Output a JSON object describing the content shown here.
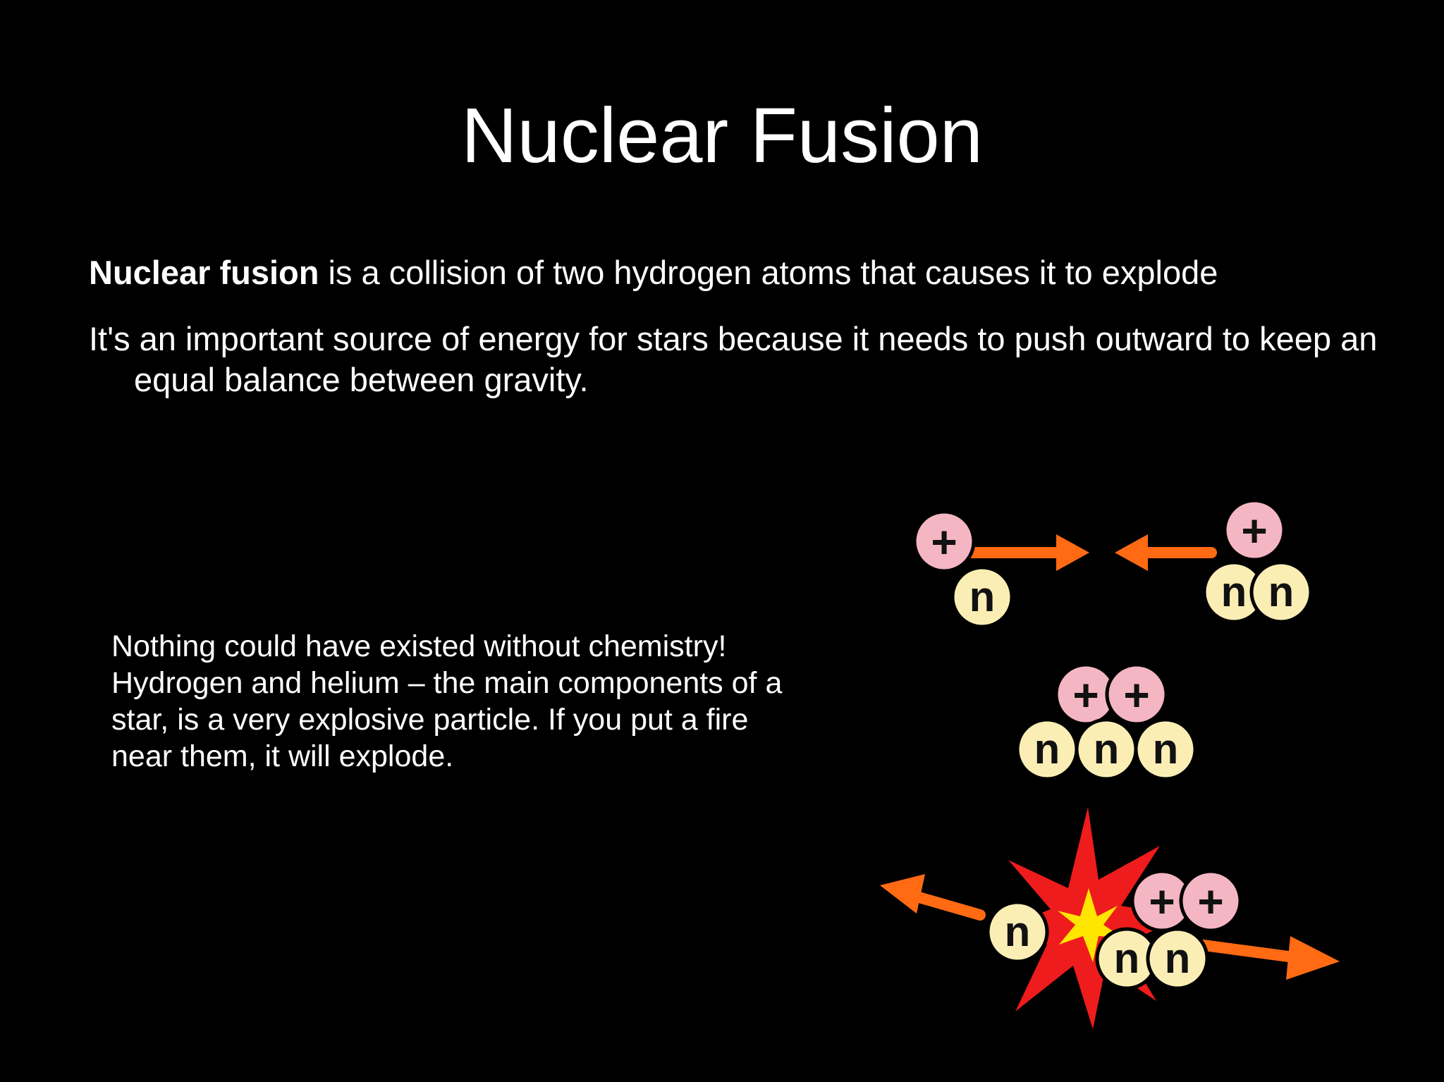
{
  "slide": {
    "title": "Nuclear Fusion",
    "bullets": [
      {
        "bold_lead": "Nuclear fusion",
        "text": " is a collision of two hydrogen atoms that causes it to explode"
      },
      {
        "bold_lead": "",
        "text": "It's an important source of energy for stars because it needs to push outward to keep an equal balance between gravity."
      }
    ],
    "side_note": "Nothing could have existed without chemistry! Hydrogen and helium – the main components of a star, is a very explosive particle. If you put a fire near them, it will explode."
  },
  "diagram": {
    "proton_symbol": "+",
    "neutron_symbol": "n",
    "colors": {
      "proton_fill": "#f4b6c2",
      "neutron_fill": "#fbeeb5",
      "arrow": "#ff6a13",
      "burst_outer": "#ee1c1c",
      "burst_inner": "#ffe600"
    }
  }
}
